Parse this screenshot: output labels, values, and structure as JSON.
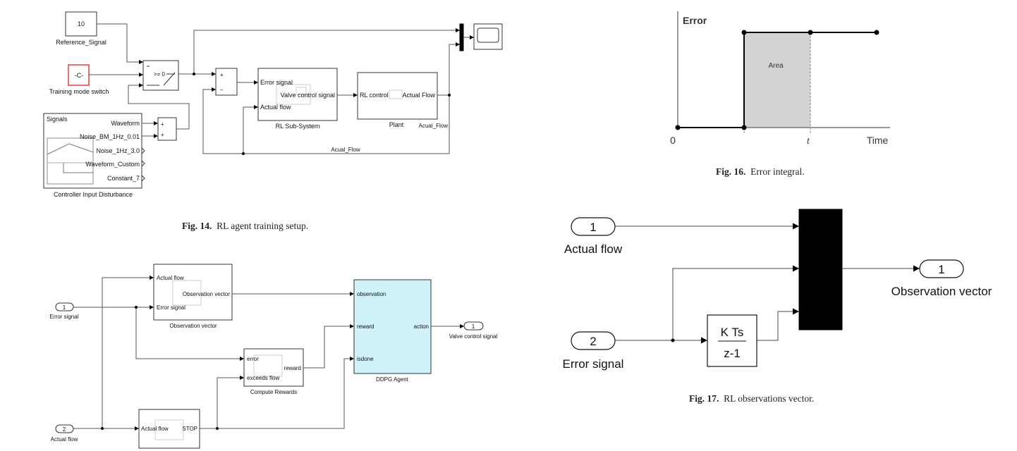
{
  "fig14": {
    "caption_num": "Fig. 14.",
    "caption_text": "RL agent training setup.",
    "const_value": "10",
    "reference_signal": "Reference_Signal",
    "const_c": "-C-",
    "training_mode_switch": "Training mode switch",
    "switch_label": ">= 0",
    "sum_plus": "+",
    "sum_minus": "–",
    "rl_in_error": "Error signal",
    "rl_in_flow": "Actual flow",
    "rl_out": "Valve control signal",
    "rl_name": "RL Sub-System",
    "plant_in": "RL control",
    "plant_out": "Actual Flow",
    "plant_name": "Plant",
    "acual_flow_tag": "Acual_Flow",
    "acual_flow_line": "Acual_Flow",
    "signals_title": "Signals",
    "signals_outputs": [
      "Waveform",
      "Noise_BM_1Hz_0.01",
      "Noise_1Hz_3.0",
      "Waveform_Custom",
      "Constant_7"
    ],
    "disturbance_name": "Controller Input Disturbance"
  },
  "fig15": {
    "in1_num": "1",
    "in1_label": "Error signal",
    "in2_num": "2",
    "in2_label": "Actual flow",
    "obs_in_flow": "Actual flow",
    "obs_in_error": "Error signal",
    "obs_out": "Observation vector",
    "obs_name": "Observation vector",
    "reward_in_error": "error",
    "reward_in_exceeds": "exceeds flow",
    "reward_out": "reward",
    "reward_name": "Compute Rewards",
    "agent_in_obs": "observation",
    "agent_in_reward": "reward",
    "agent_in_isdone": "isdone",
    "agent_out": "action",
    "agent_name": "DDPG Agent",
    "out1_num": "1",
    "out1_label": "Valve control signal",
    "stop_in": "Actual flow",
    "stop_out": "STOP"
  },
  "fig16": {
    "caption_num": "Fig. 16.",
    "caption_text": "Error integral.",
    "ylabel": "Error",
    "xlabel": "Time",
    "origin": "0",
    "t_label": "t",
    "area_label": "Area"
  },
  "fig17": {
    "caption_num": "Fig. 17.",
    "caption_text": "RL observations vector.",
    "in1_num": "1",
    "in1_label": "Actual flow",
    "in2_num": "2",
    "in2_label": "Error signal",
    "tf_num": "K Ts",
    "tf_den": "z-1",
    "out1_num": "1",
    "out1_label": "Observation vector"
  }
}
